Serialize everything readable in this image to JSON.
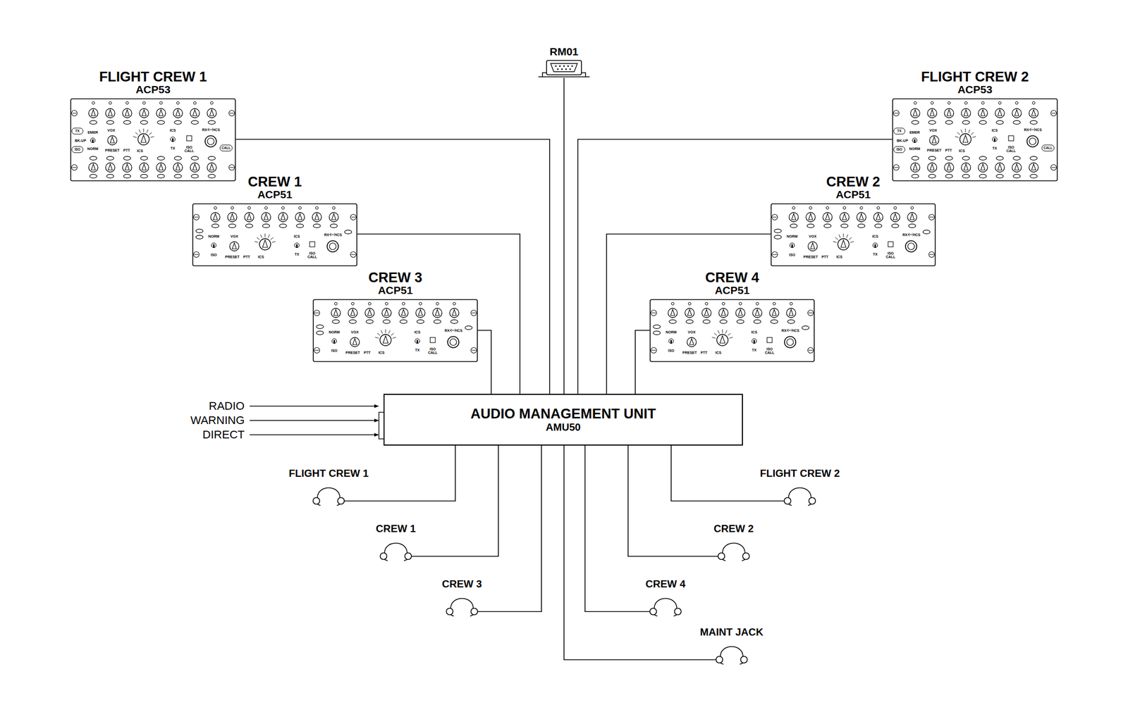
{
  "diagram": {
    "nodes": [
      {
        "text": [
          "FLIGHT CREW 1",
          "ACP53",
          "TX",
          "EMER",
          "BK-UP",
          "NORM",
          "ISO",
          "VOX",
          "PRESET",
          "PTT",
          "ICS",
          "ICS",
          "TX",
          "ISO CALL",
          "RX",
          "ICS",
          "CALL"
        ]
      },
      {
        "text": [
          "RM01"
        ]
      },
      {
        "text": [
          "FLIGHT CREW 2",
          "ACP53",
          "TX",
          "EMER",
          "BK-UP",
          "NORM",
          "ISO",
          "VOX",
          "PRESET",
          "PTT",
          "ICS",
          "ICS",
          "TX",
          "ISO CALL",
          "RX",
          "ICS",
          "CALL"
        ]
      },
      {
        "text": [
          "CREW 1",
          "ACP51",
          "NORM",
          "ISO",
          "VOX",
          "PRESET",
          "PTT",
          "ICS",
          "ICS",
          "TX",
          "ISO CALL",
          "RX",
          "ICS"
        ]
      },
      {
        "text": [
          "CREW 2",
          "ACP51",
          "NORM",
          "ISO",
          "VOX",
          "PRESET",
          "PTT",
          "ICS",
          "ICS",
          "TX",
          "ISO CALL",
          "RX",
          "ICS"
        ]
      },
      {
        "text": [
          "CREW 3",
          "ACP51",
          "NORM",
          "ISO",
          "VOX",
          "PRESET",
          "PTT",
          "ICS",
          "ICS",
          "TX",
          "ISO CALL",
          "RX",
          "ICS"
        ]
      },
      {
        "text": [
          "CREW 4",
          "ACP51",
          "NORM",
          "ISO",
          "VOX",
          "PRESET",
          "PTT",
          "ICS",
          "ICS",
          "TX",
          "ISO CALL",
          "RX",
          "ICS"
        ]
      },
      {
        "text": [
          "AUDIO MANAGEMENT UNIT",
          "AMU50"
        ]
      },
      {
        "text": [
          "FLIGHT CREW 1"
        ]
      },
      {
        "text": [
          "FLIGHT CREW 2"
        ]
      },
      {
        "text": [
          "CREW 1"
        ]
      },
      {
        "text": [
          "CREW 2"
        ]
      },
      {
        "text": [
          "CREW 3"
        ]
      },
      {
        "text": [
          "CREW 4"
        ]
      },
      {
        "text": [
          "MAINT JACK"
        ]
      }
    ],
    "edges": [
      {
        "from": 0,
        "to": 7,
        "arrow": "none"
      },
      {
        "from": 1,
        "to": 7,
        "arrow": "none"
      },
      {
        "from": 2,
        "to": 7,
        "arrow": "none"
      },
      {
        "from": 3,
        "to": 7,
        "arrow": "none"
      },
      {
        "from": 4,
        "to": 7,
        "arrow": "none"
      },
      {
        "from": 5,
        "to": 7,
        "arrow": "none"
      },
      {
        "from": 6,
        "to": 7,
        "arrow": "none"
      },
      {
        "from": 7,
        "to": 8,
        "arrow": "none"
      },
      {
        "from": 7,
        "to": 9,
        "arrow": "none"
      },
      {
        "from": 7,
        "to": 10,
        "arrow": "none"
      },
      {
        "from": 7,
        "to": 11,
        "arrow": "none"
      },
      {
        "from": 7,
        "to": 12,
        "arrow": "none"
      },
      {
        "from": 7,
        "to": 13,
        "arrow": "none"
      },
      {
        "from": 7,
        "to": 14,
        "arrow": "none"
      }
    ],
    "labels": [
      "RADIO",
      "WARNING",
      "DIRECT"
    ]
  }
}
